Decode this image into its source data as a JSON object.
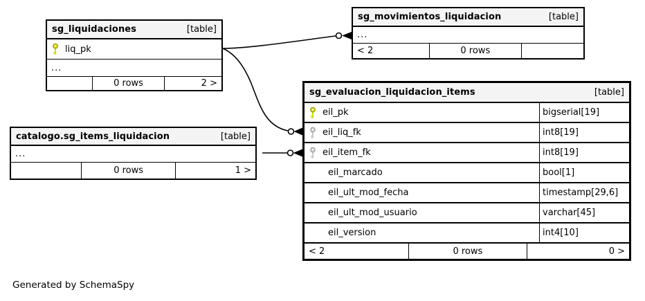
{
  "generator": {
    "label": "Generated by SchemaSpy"
  },
  "colors": {
    "header_bg": "#f4f4f4",
    "pk_key": "#d8d800",
    "pk_key_stroke": "#8f8f00",
    "fk_key": "#c9c9c9",
    "fk_key_stroke": "#9a9a9a",
    "border": "#000000"
  },
  "icons": {
    "primary_key": "key-icon-yellow",
    "foreign_key": "key-icon-gray",
    "zero_one_endpoint": "odot-circle",
    "many_endpoint": "inv-arrowhead"
  },
  "tables": {
    "liq": {
      "name": "sg_liquidaciones",
      "badge": "[table]",
      "rows": [
        {
          "name": "liq_pk"
        }
      ],
      "ellipsis": "...",
      "footer": {
        "children": "",
        "rows": "0 rows",
        "parents": "2 >"
      }
    },
    "mov": {
      "name": "sg_movimientos_liquidacion",
      "badge": "[table]",
      "ellipsis": "...",
      "footer": {
        "children": "< 2",
        "rows": "0 rows",
        "parents": ""
      }
    },
    "eval": {
      "name": "sg_evaluacion_liquidacion_items",
      "badge": "[table]",
      "rows": [
        {
          "name": "eil_pk",
          "type": "bigserial[19]",
          "key": "primary"
        },
        {
          "name": "eil_liq_fk",
          "type": "int8[19]",
          "key": "foreign"
        },
        {
          "name": "eil_item_fk",
          "type": "int8[19]",
          "key": "foreign"
        },
        {
          "name": "eil_marcado",
          "type": "bool[1]",
          "key": "none"
        },
        {
          "name": "eil_ult_mod_fecha",
          "type": "timestamp[29,6]",
          "key": "none"
        },
        {
          "name": "eil_ult_mod_usuario",
          "type": "varchar[45]",
          "key": "none"
        },
        {
          "name": "eil_version",
          "type": "int4[10]",
          "key": "none"
        }
      ],
      "footer": {
        "children": "< 2",
        "rows": "0 rows",
        "parents": "0 >"
      }
    },
    "cat": {
      "name": "catalogo.sg_items_liquidacion",
      "badge": "[table]",
      "ellipsis": "...",
      "footer": {
        "children": "",
        "rows": "0 rows",
        "parents": "1 >"
      }
    }
  }
}
